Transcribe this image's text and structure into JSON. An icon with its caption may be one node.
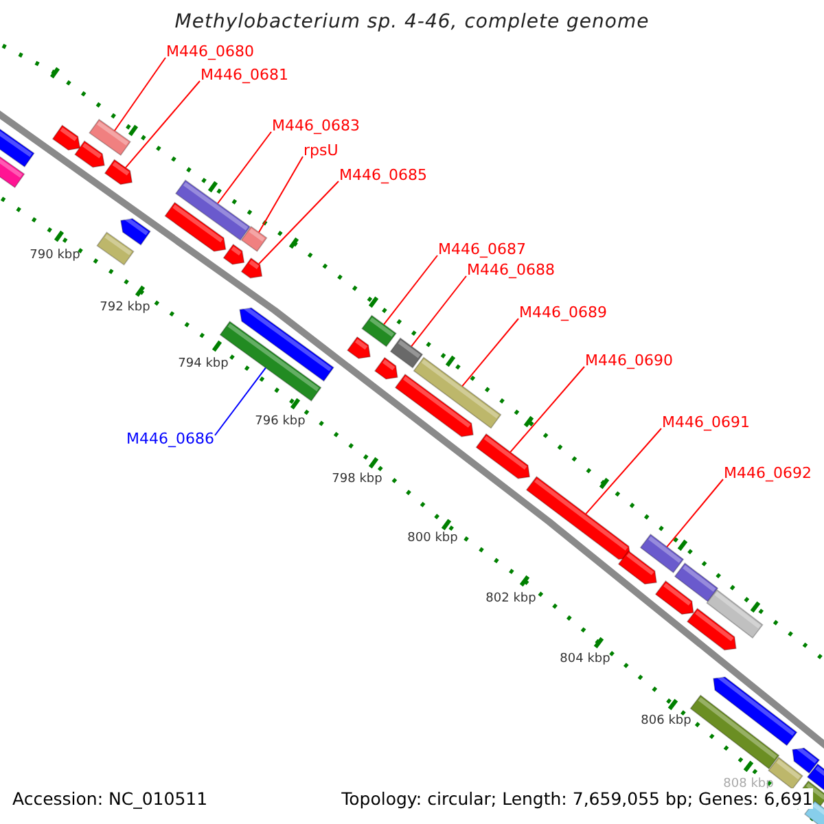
{
  "diagram": {
    "title": "Methylobacterium sp. 4-46, complete genome",
    "nodes": [
      {
        "text": [
          "M446_0680"
        ]
      },
      {
        "text": [],
        "shape": "bar"
      },
      {
        "text": [
          "M446_0681"
        ]
      },
      {
        "text": [],
        "shape": "bar"
      },
      {
        "text": [
          "M446_0683"
        ]
      },
      {
        "text": [],
        "shape": "bar"
      },
      {
        "text": [
          "rpsU"
        ]
      },
      {
        "text": [],
        "shape": "bar"
      },
      {
        "text": [
          "M446_0685"
        ]
      },
      {
        "text": [],
        "shape": "bar"
      },
      {
        "text": [
          "M446_0686"
        ]
      },
      {
        "text": [],
        "shape": "bar"
      },
      {
        "text": [
          "M446_0687"
        ]
      },
      {
        "text": [],
        "shape": "bar"
      },
      {
        "text": [
          "M446_0688"
        ]
      },
      {
        "text": [],
        "shape": "bar"
      },
      {
        "text": [
          "M446_0689"
        ]
      },
      {
        "text": [],
        "shape": "bar"
      },
      {
        "text": [
          "M446_0690"
        ]
      },
      {
        "text": [],
        "shape": "bar"
      },
      {
        "text": [
          "M446_0691"
        ]
      },
      {
        "text": [],
        "shape": "bar"
      },
      {
        "text": [
          "M446_0692"
        ]
      },
      {
        "text": [],
        "shape": "bar"
      },
      {
        "text": [],
        "shape": "bar"
      },
      {
        "text": [],
        "shape": "bar"
      },
      {
        "text": [],
        "shape": "bar"
      },
      {
        "text": [],
        "shape": "bar"
      },
      {
        "text": [],
        "shape": "bar"
      },
      {
        "text": [],
        "shape": "bar"
      },
      {
        "text": [],
        "shape": "bar"
      },
      {
        "text": [],
        "shape": "bar"
      },
      {
        "text": [],
        "shape": "bar"
      },
      {
        "text": [],
        "shape": "bar"
      },
      {
        "text": [],
        "shape": "bar"
      },
      {
        "text": [],
        "shape": "bar"
      },
      {
        "text": [],
        "shape": "bar"
      },
      {
        "text": [],
        "shape": "bar"
      },
      {
        "text": [],
        "shape": "bar"
      },
      {
        "text": [],
        "shape": "bar"
      },
      {
        "text": [],
        "shape": "bar"
      },
      {
        "text": [],
        "shape": "bar"
      },
      {
        "text": [],
        "shape": "bar"
      },
      {
        "text": [],
        "shape": "bar"
      },
      {
        "text": [],
        "shape": "bar"
      },
      {
        "text": [],
        "shape": "bar"
      },
      {
        "text": [],
        "shape": "bar"
      },
      {
        "text": [],
        "shape": "bar"
      }
    ],
    "edges": [
      {
        "from": 0,
        "to": 1,
        "arrow": "none"
      },
      {
        "from": 2,
        "to": 3,
        "arrow": "none"
      },
      {
        "from": 4,
        "to": 5,
        "arrow": "none"
      },
      {
        "from": 6,
        "to": 7,
        "arrow": "none"
      },
      {
        "from": 8,
        "to": 9,
        "arrow": "none"
      },
      {
        "from": 10,
        "to": 11,
        "arrow": "none",
        "color": "#0000ff"
      },
      {
        "from": 12,
        "to": 13,
        "arrow": "none"
      },
      {
        "from": 14,
        "to": 15,
        "arrow": "none"
      },
      {
        "from": 16,
        "to": 17,
        "arrow": "none"
      },
      {
        "from": 18,
        "to": 19,
        "arrow": "none"
      },
      {
        "from": 20,
        "to": 21,
        "arrow": "none"
      },
      {
        "from": 22,
        "to": 23,
        "arrow": "none"
      }
    ],
    "labels": [
      "790 kbp",
      "792 kbp",
      "794 kbp",
      "796 kbp",
      "798 kbp",
      "800 kbp",
      "802 kbp",
      "804 kbp",
      "806 kbp",
      "808 kbp",
      "Accession: NC_010511",
      "Topology: circular; Length: 7,659,055 bp; Genes: 6,691"
    ]
  }
}
